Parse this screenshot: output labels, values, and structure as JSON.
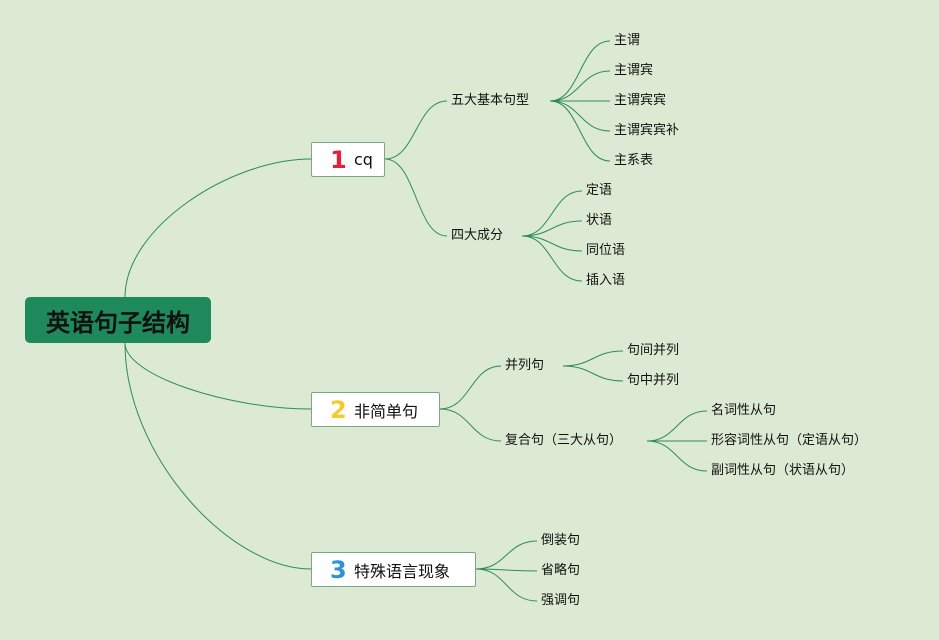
{
  "root": {
    "label": "英语句子结构"
  },
  "branches": [
    {
      "number": "1",
      "label": "cq",
      "children": [
        {
          "label": "五大基本句型",
          "children": [
            "主谓",
            "主谓宾",
            "主谓宾宾",
            "主谓宾宾补",
            "主系表"
          ]
        },
        {
          "label": "四大成分",
          "children": [
            "定语",
            "状语",
            "同位语",
            "插入语"
          ]
        }
      ]
    },
    {
      "number": "2",
      "label": "非简单句",
      "children": [
        {
          "label": "并列句",
          "children": [
            "句间并列",
            "句中并列"
          ]
        },
        {
          "label": "复合句（三大从句）",
          "children": [
            "名词性从句",
            "形容词性从句（定语从句）",
            "副词性从句（状语从句）"
          ]
        }
      ]
    },
    {
      "number": "3",
      "label": "特殊语言现象",
      "children": [
        "倒装句",
        "省略句",
        "强调句"
      ]
    }
  ],
  "colors": {
    "background": "#dcead3",
    "root_fill": "#1e8a5c",
    "line": "#2e8b57",
    "number_1": "#e0233a",
    "number_2": "#f3cb2a",
    "number_3": "#2b93d8"
  }
}
